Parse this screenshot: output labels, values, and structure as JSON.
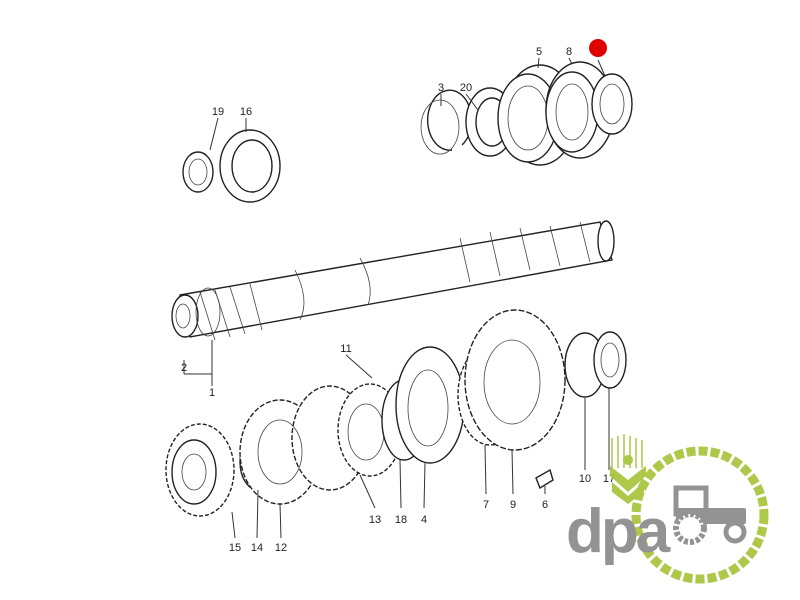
{
  "diagram": {
    "callouts": {
      "c1": "1",
      "c2": "2",
      "c3": "3",
      "c4": "4",
      "c5": "5",
      "c6": "6",
      "c7": "7",
      "c8": "8",
      "c9": "9",
      "c10": "10",
      "c11": "11",
      "c12": "12",
      "c13": "13",
      "c14": "14",
      "c15": "15",
      "c16": "16",
      "c17": "17",
      "c18": "18",
      "c19": "19",
      "c20": "20"
    },
    "highlight_color": "#e00000"
  },
  "logo": {
    "text": "dpa",
    "green": "#a8c43a",
    "grey": "#8a8a8a"
  }
}
